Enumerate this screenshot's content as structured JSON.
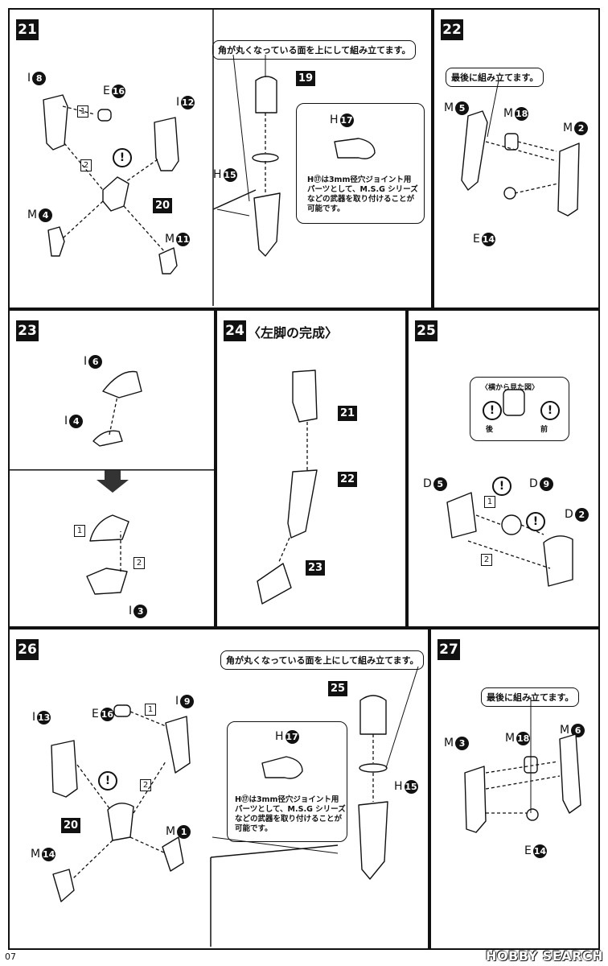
{
  "page_number": "07",
  "watermark": "HOBBY SEARCH",
  "steps": {
    "s21": {
      "num": "21",
      "callout": "角が丸くなっている面を上にして組み立てます。",
      "note": "H⑰は3mm径穴ジョイント用\nパーツとして、M.S.G シリーズ\nなどの武器を取り付けることが\n可能です。",
      "parts": {
        "i8": {
          "letter": "I",
          "n": "8"
        },
        "e16": {
          "letter": "E",
          "n": "16"
        },
        "i12": {
          "letter": "I",
          "n": "12"
        },
        "m4": {
          "letter": "M",
          "n": "4"
        },
        "m11": {
          "letter": "M",
          "n": "11"
        },
        "h15": {
          "letter": "H",
          "n": "15"
        },
        "h17": {
          "letter": "H",
          "n": "17"
        }
      },
      "sub1": "1",
      "sub2": "2",
      "ref20": "20",
      "ref19": "19",
      "excl": "!"
    },
    "s22": {
      "num": "22",
      "callout": "最後に組み立てます。",
      "parts": {
        "m5": {
          "letter": "M",
          "n": "5"
        },
        "m18": {
          "letter": "M",
          "n": "18"
        },
        "m2": {
          "letter": "M",
          "n": "2"
        },
        "e14": {
          "letter": "E",
          "n": "14"
        }
      }
    },
    "s23": {
      "num": "23",
      "parts": {
        "i6": {
          "letter": "I",
          "n": "6"
        },
        "i4": {
          "letter": "I",
          "n": "4"
        },
        "i3": {
          "letter": "I",
          "n": "3"
        }
      },
      "sub1": "1",
      "sub2": "2"
    },
    "s24": {
      "num": "24",
      "title": "〈左脚の完成〉",
      "ref21": "21",
      "ref22": "22",
      "ref23": "23"
    },
    "s25": {
      "num": "25",
      "side_view": "〈横から見た図〉",
      "back": "後",
      "front": "前",
      "parts": {
        "d5": {
          "letter": "D",
          "n": "5"
        },
        "d9": {
          "letter": "D",
          "n": "9"
        },
        "d2": {
          "letter": "D",
          "n": "2"
        }
      },
      "sub1": "1",
      "sub2": "2",
      "excl": "!"
    },
    "s26": {
      "num": "26",
      "callout": "角が丸くなっている面を上にして組み立てます。",
      "note": "H⑰は3mm径穴ジョイント用\nパーツとして、M.S.G シリーズ\nなどの武器を取り付けることが\n可能です。",
      "parts": {
        "i13": {
          "letter": "I",
          "n": "13"
        },
        "e16": {
          "letter": "E",
          "n": "16"
        },
        "i9": {
          "letter": "I",
          "n": "9"
        },
        "m14": {
          "letter": "M",
          "n": "14"
        },
        "m1": {
          "letter": "M",
          "n": "1"
        },
        "h17": {
          "letter": "H",
          "n": "17"
        },
        "h15": {
          "letter": "H",
          "n": "15"
        }
      },
      "sub1": "1",
      "sub2": "2",
      "ref20": "20",
      "ref25": "25",
      "excl": "!"
    },
    "s27": {
      "num": "27",
      "callout": "最後に組み立てます。",
      "parts": {
        "m3": {
          "letter": "M",
          "n": "3"
        },
        "m18": {
          "letter": "M",
          "n": "18"
        },
        "m6": {
          "letter": "M",
          "n": "6"
        },
        "e14": {
          "letter": "E",
          "n": "14"
        }
      }
    }
  }
}
